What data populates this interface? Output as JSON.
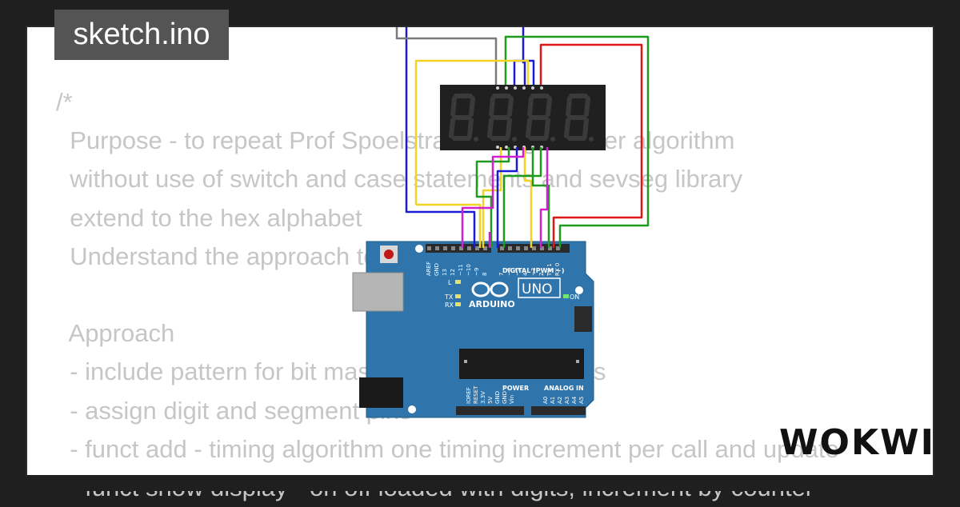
{
  "title": "sketch.ino",
  "code_lines": [
    "/*",
    "  Purpose - to repeat Prof Spoelstra's timing counter algorithm",
    "  without use of switch and case statements and sevseg library",
    "  extend to the hex alphabet",
    "  Understand the approach to write the code",
    "",
    "  Approach",
    "  - include pattern for bit mask for digits and letters",
    "  - assign digit and segment pins",
    "  - funct add - timing algorithm one timing increment per call and update",
    "  - funct show display - on off loaded with digits, increment by counter"
  ],
  "brand": "WOKWI",
  "board": {
    "name": "ARDUINO",
    "model": "UNO",
    "digital_label": "DIGITAL (PWM ~)",
    "power_label": "POWER",
    "analog_label": "ANALOG IN",
    "on_label": "ON",
    "led_labels": [
      "L",
      "TX",
      "RX"
    ],
    "top_pin_labels": [
      "AREF",
      "GND",
      "13",
      "12",
      "~11",
      "~10",
      "~9",
      "8",
      "7",
      "~6",
      "~5",
      "4",
      "~3",
      "2",
      "TX 1",
      "RX 0"
    ],
    "bottom_pin_labels": [
      "IOREF",
      "RESET",
      "3.3V",
      "5V",
      "GND",
      "GND",
      "Vin",
      "A0",
      "A1",
      "A2",
      "A3",
      "A4",
      "A5"
    ]
  },
  "display": {
    "digits": [
      "8.",
      "8.",
      "8.",
      "8."
    ]
  },
  "colors": {
    "board": "#2f74aa",
    "display": "#202020",
    "segment": "#3a3a3a",
    "wire_green": "#1e9a1e",
    "wire_red": "#e01616",
    "wire_blue": "#1b1bd6",
    "wire_yellow": "#f2d324",
    "wire_magenta": "#d21fd2",
    "wire_gray": "#7a7a7a"
  }
}
